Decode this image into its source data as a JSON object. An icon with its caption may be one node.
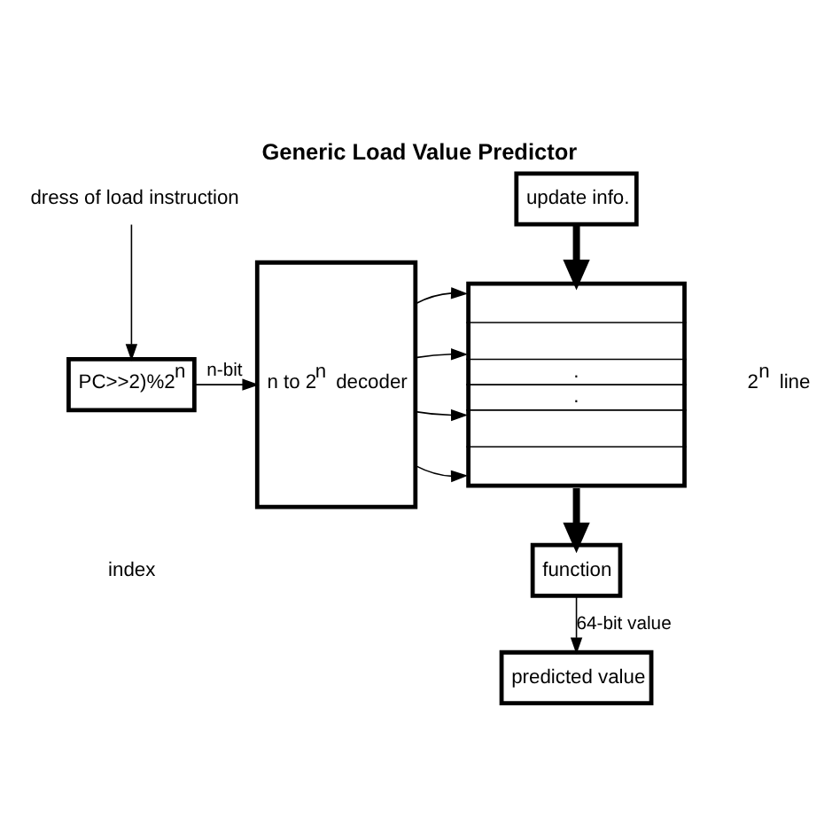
{
  "diagram": {
    "title": "Generic Load Value Predictor",
    "nodes": [
      {
        "text": [
          "dress of load instruction"
        ]
      },
      {
        "text": [
          "PC>>2)%2$^{n}$"
        ]
      },
      {
        "text": [
          "n to 2$^{n}$ decoder"
        ]
      },
      {
        "text": [
          "update info."
        ]
      },
      {
        "text": [
          ".",
          "."
        ]
      },
      {
        "text": [
          "function"
        ]
      },
      {
        "text": [
          "predicted value"
        ]
      }
    ],
    "edges": [
      {
        "from": 0,
        "to": 1,
        "arrow": "to"
      },
      {
        "from": 1,
        "to": 2,
        "arrow": "to",
        "label": "n-bit"
      },
      {
        "from": 2,
        "to": 4,
        "arrow": "to"
      },
      {
        "from": 2,
        "to": 4,
        "arrow": "to"
      },
      {
        "from": 2,
        "to": 4,
        "arrow": "to"
      },
      {
        "from": 2,
        "to": 4,
        "arrow": "to"
      },
      {
        "from": 3,
        "to": 4,
        "arrow": "to",
        "style": "thick"
      },
      {
        "from": 4,
        "to": 5,
        "arrow": "to",
        "style": "thick"
      },
      {
        "from": 5,
        "to": 6,
        "arrow": "to",
        "label": "64-bit value"
      }
    ],
    "labels": [
      "index",
      "2$^{n}$ line"
    ]
  }
}
